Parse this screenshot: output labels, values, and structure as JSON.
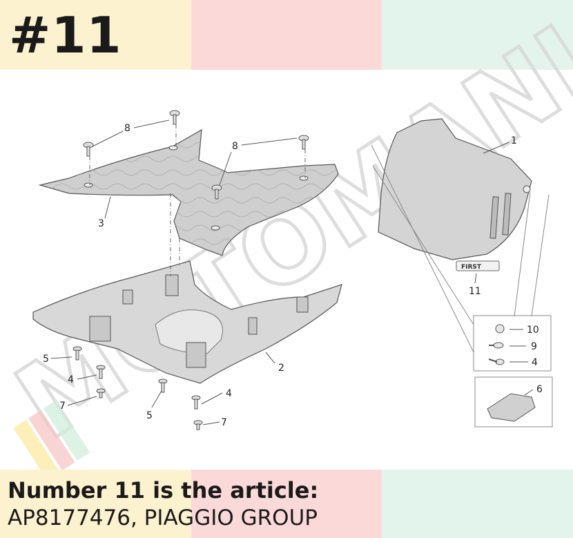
{
  "header": {
    "number": "#11"
  },
  "caption": {
    "line1": "Number 11 is the article:",
    "line2": "AP8177476, PIAGGIO GROUP"
  },
  "diagram": {
    "callouts": {
      "c1": "1",
      "c2": "2",
      "c3": "3",
      "c4a": "4",
      "c4b": "4",
      "c4c": "4",
      "c5a": "5",
      "c5b": "5",
      "c6": "6",
      "c7a": "7",
      "c7b": "7",
      "c8a": "8",
      "c8b": "8",
      "c9": "9",
      "c10": "10",
      "c11": "11"
    },
    "badge_text": "FIRST",
    "watermark_text": "MOTOMANIA"
  },
  "colors": {
    "band_yellow": "#fdf2cf",
    "band_pink": "#fcd9d9",
    "band_green": "#e3f4ec",
    "part_fill": "#d2d2d2",
    "line": "#555555"
  }
}
